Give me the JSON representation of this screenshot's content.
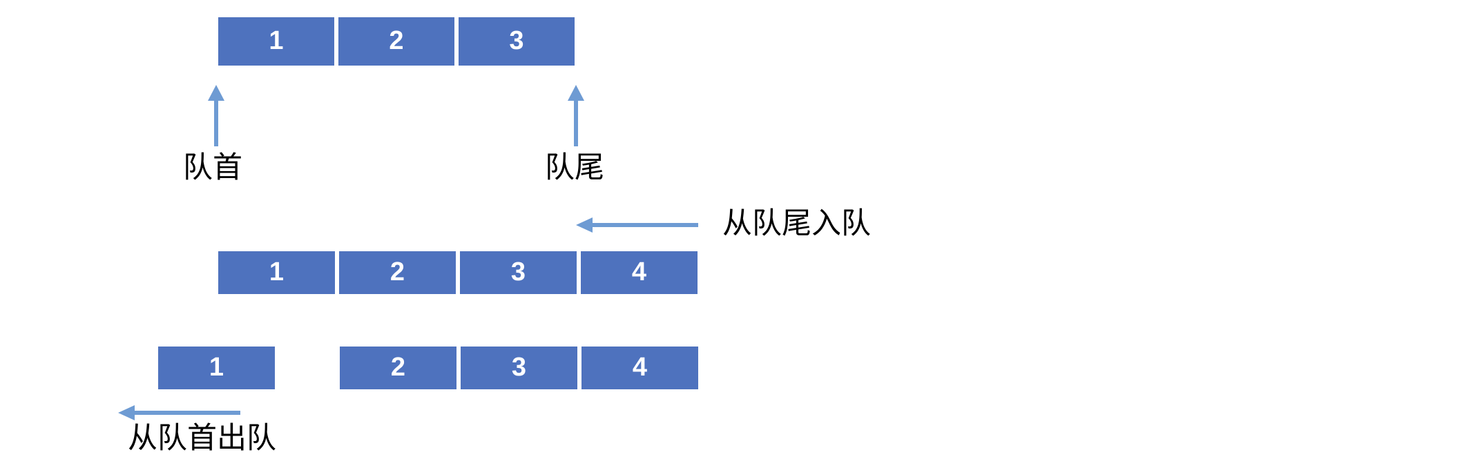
{
  "diagram": {
    "title_text_language": "zh",
    "colors": {
      "cell_fill": "#4E72BE",
      "cell_text": "#FFFFFF",
      "arrow": "#6E9BD3",
      "label_text": "#000000",
      "background": "#FFFFFF"
    },
    "rows": [
      {
        "id": "queue-initial",
        "cells": [
          "1",
          "2",
          "3"
        ]
      },
      {
        "id": "queue-after-enqueue",
        "cells": [
          "1",
          "2",
          "3",
          "4"
        ]
      },
      {
        "id": "queue-after-dequeue-removed",
        "cells": [
          "1"
        ]
      },
      {
        "id": "queue-after-dequeue-remaining",
        "cells": [
          "2",
          "3",
          "4"
        ]
      }
    ],
    "labels": {
      "front": "队首",
      "rear": "队尾",
      "enqueue": "从队尾入队",
      "dequeue": "从队首出队"
    },
    "arrows": {
      "front_pointer": "up-arrow",
      "rear_pointer": "up-arrow",
      "enqueue_arrow": "left-arrow",
      "dequeue_arrow": "left-arrow"
    }
  }
}
